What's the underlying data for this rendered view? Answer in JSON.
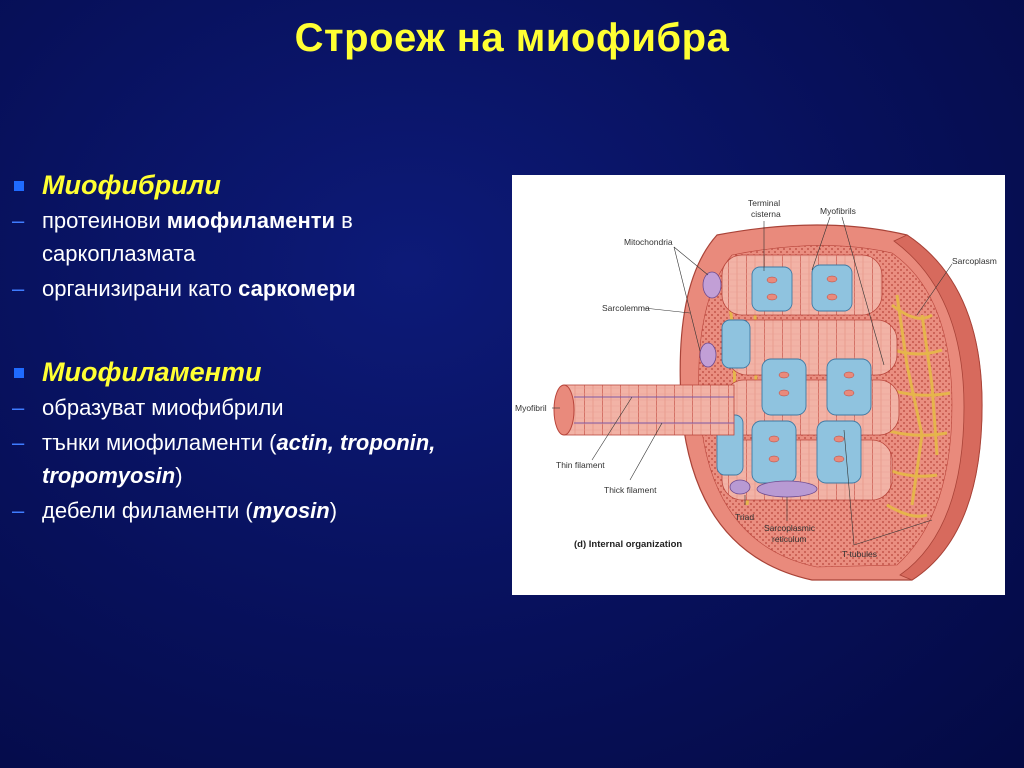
{
  "slide": {
    "title": "Строеж на миофибра"
  },
  "bullets": {
    "myofibrils": {
      "heading": "Миофибрили",
      "line1_pre": "протеинови ",
      "line1_bold": "миофиламенти",
      "line1_post": " в саркоплазмата",
      "line2_pre": " организирани като ",
      "line2_bold": "саркомери"
    },
    "myofilaments": {
      "heading": "Миофиламенти",
      "line1": "образуват миофибрили",
      "line2_pre": "тънки миофиламенти (",
      "line2_bold": "actin, troponin, tropomyosin",
      "line2_post": ")",
      "line3_pre": "дебели филаменти (",
      "line3_bold": "myosin",
      "line3_post": ")"
    }
  },
  "figure": {
    "labels": {
      "terminal_cisterna_1": "Terminal",
      "terminal_cisterna_2": "cisterna",
      "myofibrils": "Myofibrils",
      "mitochondria": "Mitochondria",
      "sarcoplasm": "Sarcoplasm",
      "sarcolemma": "Sarcolemma",
      "myofibril": "Myofibril",
      "thin_filament": "Thin filament",
      "thick_filament": "Thick filament",
      "triad": "Triad",
      "sr_1": "Sarcoplasmic",
      "sr_2": "reticulum",
      "t_tubules": "T-tubules",
      "caption": "(d) Internal organization"
    },
    "colors": {
      "muscle": "#e98a7c",
      "muscle_dark": "#c8574c",
      "tubule_blue": "#8fc3df",
      "reticulum_yellow": "#f4d26a",
      "sr_purple": "#b89ad3"
    }
  }
}
